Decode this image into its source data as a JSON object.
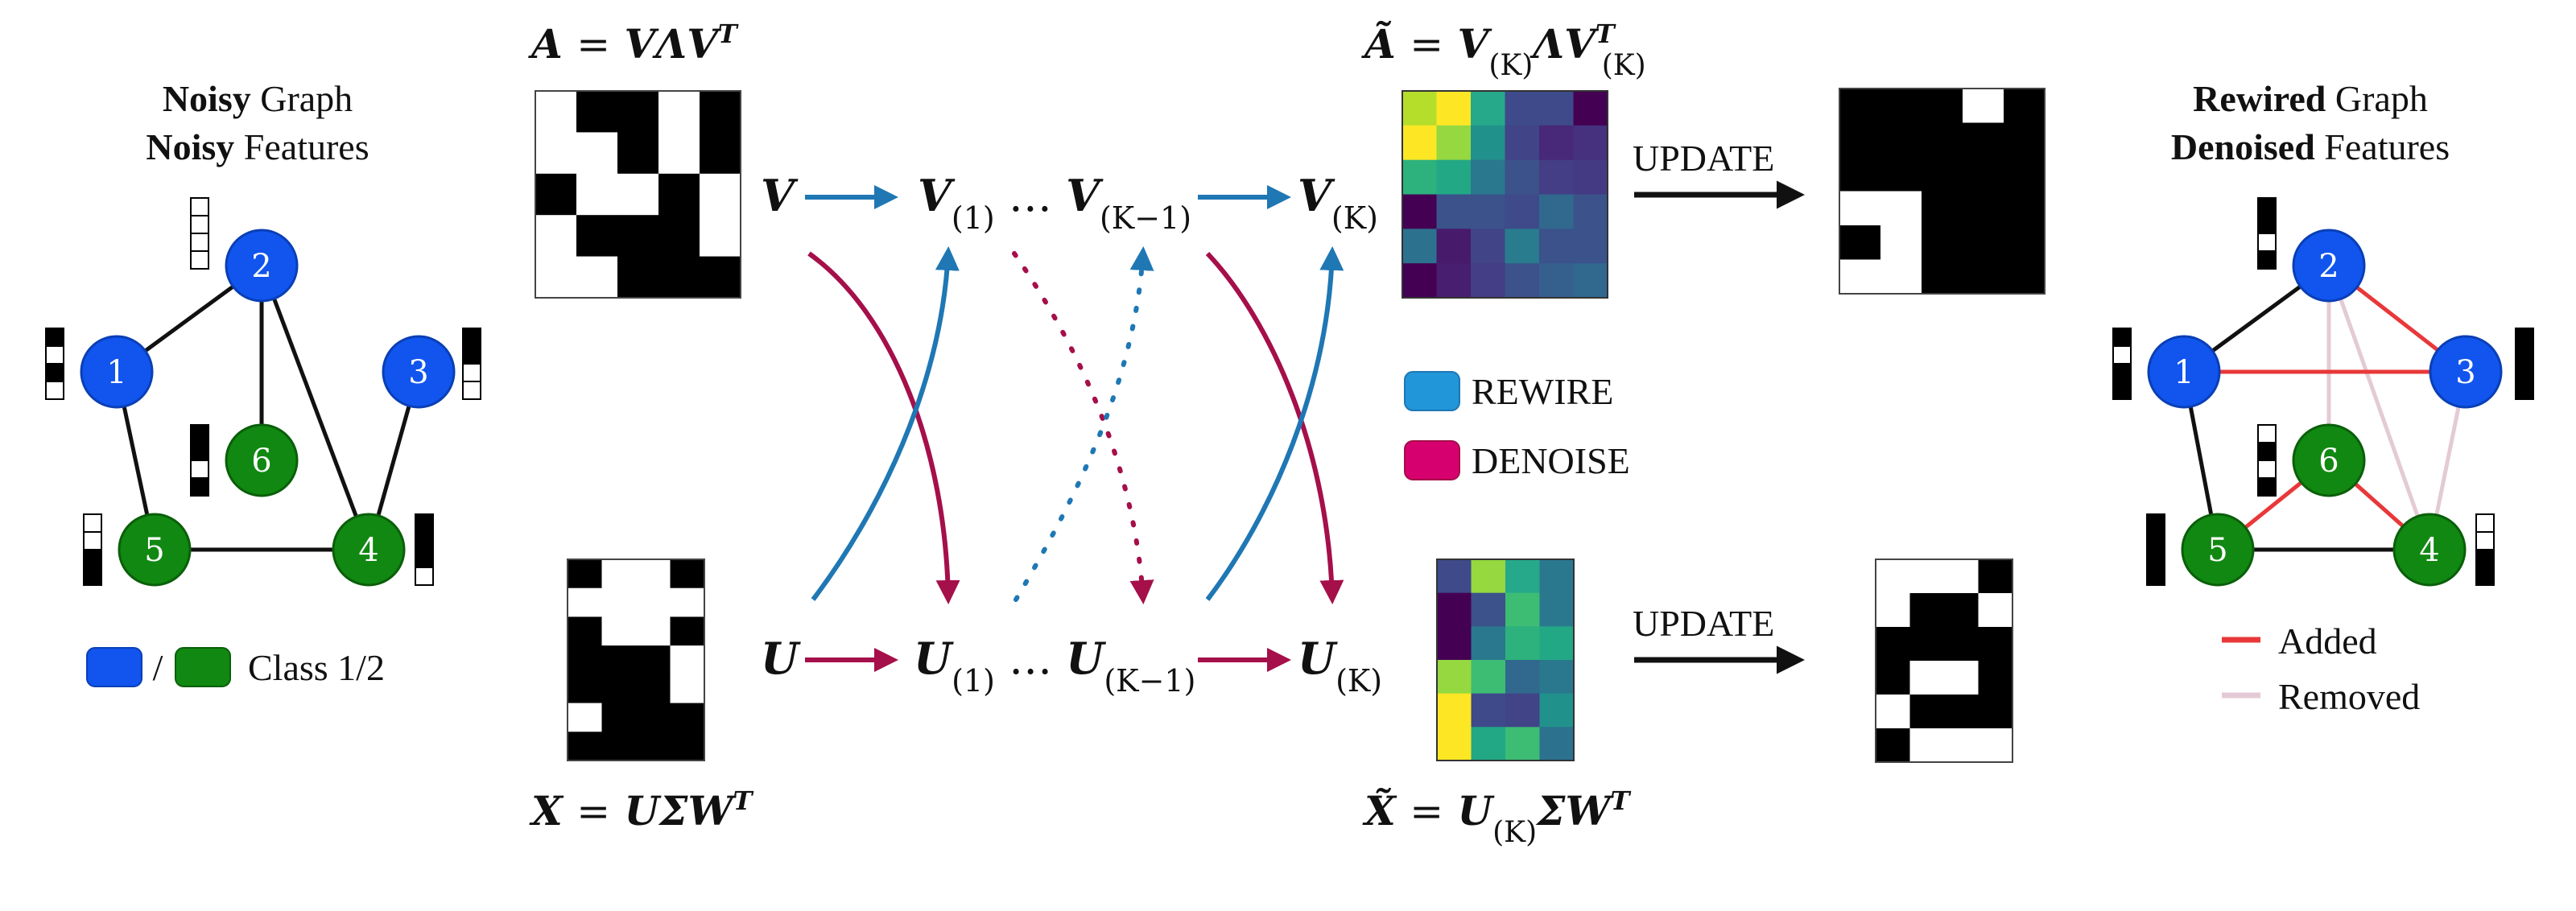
{
  "left_panel": {
    "title_line1_bold": "Noisy",
    "title_line1_rest": " Graph",
    "title_line2_bold": "Noisy",
    "title_line2_rest": " Features",
    "legend_sep": "/",
    "legend_text": "Class 1/2"
  },
  "right_panel": {
    "title_line1_bold": "Rewired",
    "title_line1_rest": " Graph",
    "title_line2_bold": "Denoised",
    "title_line2_rest": " Features",
    "legend_added": "Added",
    "legend_removed": "Removed"
  },
  "center": {
    "eq_A": "A = VΛVᵀ",
    "eq_X": "X = UΣWᵀ",
    "eq_A_tilde": "Ã = V(K)ΛVᵀ(K)",
    "eq_X_tilde": "X̃ = U(K)ΣWᵀ",
    "sym_V": "V",
    "sym_U": "U",
    "update_top": "UPDATE",
    "update_bottom": "UPDATE",
    "legend_rewire": "REWIRE",
    "legend_denoise": "DENOISE"
  },
  "colors": {
    "class1": "#1155ee",
    "class2": "#118811",
    "rewire": "#1f77b4",
    "denoise": "#a50f4a",
    "added": "#e8383a",
    "removed": "#e3cbd6"
  },
  "nodes": [
    "1",
    "2",
    "3",
    "4",
    "5",
    "6"
  ],
  "graphs": {
    "noisy_edges": [
      [
        "1",
        "2"
      ],
      [
        "2",
        "6"
      ],
      [
        "2",
        "4"
      ],
      [
        "1",
        "5"
      ],
      [
        "5",
        "4"
      ],
      [
        "3",
        "4"
      ]
    ],
    "rewired_kept": [
      [
        "1",
        "2"
      ],
      [
        "1",
        "5"
      ],
      [
        "5",
        "4"
      ]
    ],
    "rewired_added": [
      [
        "2",
        "3"
      ],
      [
        "1",
        "3"
      ],
      [
        "5",
        "6"
      ],
      [
        "6",
        "4"
      ]
    ],
    "rewired_removed": [
      [
        "2",
        "6"
      ],
      [
        "2",
        "4"
      ],
      [
        "3",
        "4"
      ]
    ]
  },
  "matrices": {
    "A": [
      [
        0,
        1,
        1,
        0,
        1
      ],
      [
        0,
        0,
        1,
        0,
        1
      ],
      [
        1,
        0,
        0,
        1,
        0
      ],
      [
        0,
        1,
        1,
        1,
        0
      ],
      [
        0,
        0,
        1,
        1,
        1
      ]
    ],
    "X": [
      [
        1,
        0,
        0,
        1
      ],
      [
        0,
        0,
        0,
        0
      ],
      [
        1,
        0,
        0,
        1
      ],
      [
        1,
        1,
        1,
        0
      ],
      [
        1,
        1,
        1,
        0
      ],
      [
        0,
        1,
        1,
        1
      ],
      [
        1,
        1,
        1,
        1
      ]
    ],
    "A_update": [
      [
        1,
        1,
        1,
        0,
        1
      ],
      [
        1,
        1,
        1,
        1,
        1
      ],
      [
        1,
        1,
        1,
        1,
        1
      ],
      [
        0,
        0,
        1,
        1,
        1
      ],
      [
        1,
        0,
        1,
        1,
        1
      ],
      [
        0,
        0,
        1,
        1,
        1
      ]
    ],
    "X_update": [
      [
        0,
        0,
        0,
        1
      ],
      [
        0,
        1,
        1,
        0
      ],
      [
        1,
        1,
        1,
        1
      ],
      [
        1,
        0,
        0,
        1
      ],
      [
        0,
        1,
        1,
        1
      ],
      [
        1,
        0,
        0,
        0
      ]
    ]
  },
  "heatmaps": {
    "A_tilde": [
      [
        "#b5de2b",
        "#fde725",
        "#26a98b",
        "#3e4a89",
        "#3e4a89",
        "#440154"
      ],
      [
        "#fde725",
        "#95d840",
        "#21918c",
        "#414487",
        "#482878",
        "#46317e"
      ],
      [
        "#2db27d",
        "#22a884",
        "#2a788e",
        "#3b528b",
        "#433e85",
        "#443a83"
      ],
      [
        "#440154",
        "#3b528b",
        "#3b528b",
        "#3e4a89",
        "#31688e",
        "#3b528b"
      ],
      [
        "#2c728e",
        "#481a6c",
        "#414487",
        "#287c8e",
        "#3b528b",
        "#3b528b"
      ],
      [
        "#440154",
        "#481f70",
        "#433e85",
        "#3b528b",
        "#355f8d",
        "#31688e"
      ]
    ],
    "X_tilde": [
      [
        "#3e4a89",
        "#95d840",
        "#26a98b",
        "#2a788e"
      ],
      [
        "#440154",
        "#3b528b",
        "#3dbc74",
        "#2a788e"
      ],
      [
        "#440154",
        "#2a788e",
        "#2db27d",
        "#22a884"
      ],
      [
        "#95d840",
        "#3dbc74",
        "#31688e",
        "#2a788e"
      ],
      [
        "#fde725",
        "#3e4a89",
        "#414487",
        "#21918c"
      ],
      [
        "#fde725",
        "#22a884",
        "#3dbc74",
        "#2c728e"
      ]
    ]
  },
  "feature_bars": {
    "noisy": {
      "1": [
        1,
        0,
        1,
        0
      ],
      "2": [
        0,
        0,
        0,
        0
      ],
      "3": [
        1,
        1,
        0,
        0
      ],
      "4": [
        1,
        1,
        1,
        0
      ],
      "5": [
        0,
        0,
        1,
        1
      ],
      "6": [
        1,
        1,
        0,
        1
      ]
    },
    "denoised": {
      "1": [
        1,
        0,
        1,
        1
      ],
      "2": [
        1,
        1,
        0,
        1
      ],
      "3": [
        1,
        1,
        1,
        1
      ],
      "4": [
        0,
        0,
        1,
        1
      ],
      "5": [
        1,
        1,
        1,
        1
      ],
      "6": [
        0,
        1,
        0,
        1
      ]
    }
  }
}
